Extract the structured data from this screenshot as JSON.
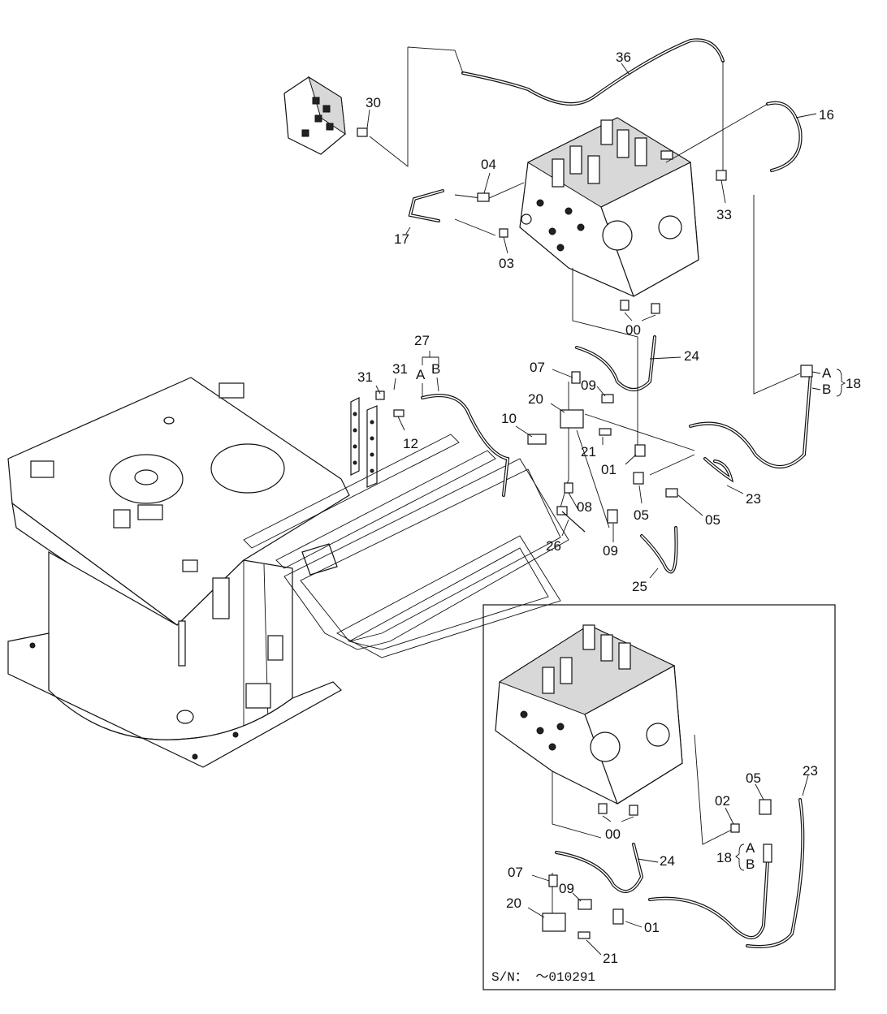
{
  "diagram": {
    "labels_main": [
      "36",
      "30",
      "16",
      "04",
      "33",
      "17",
      "03",
      "00",
      "27",
      "A",
      "B",
      "24",
      "07",
      "31",
      "31",
      "09",
      "A",
      "B",
      "18",
      "20",
      "12",
      "10",
      "21",
      "01",
      "23",
      "08",
      "05",
      "05",
      "26",
      "09",
      "25"
    ],
    "labels_inset": [
      "23",
      "05",
      "02",
      "00",
      "A",
      "B",
      "18",
      "24",
      "07",
      "09",
      "20",
      "01",
      "21"
    ],
    "serial_note": "S/N： ～010291"
  }
}
